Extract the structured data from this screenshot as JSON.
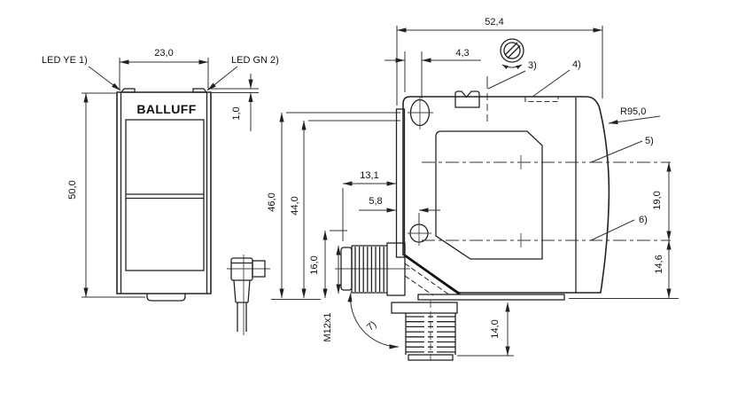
{
  "front_view": {
    "logo": "BALLUFF",
    "labels": {
      "led_ye": "LED YE 1)",
      "led_gn": "LED GN 2)"
    },
    "dims": {
      "width": "23,0",
      "height": "50,0",
      "led_height": "1,0"
    }
  },
  "side_view": {
    "dims": {
      "overall_width": "52,4",
      "hole_offset": "4,3",
      "height_46": "46,0",
      "height_44": "44,0",
      "connector_offset": "13,1",
      "hole_face_offset": "5,8",
      "connector_height": "16,0",
      "thread": "M12x1",
      "connector_length": "14,0",
      "axis_spacing": "19,0",
      "axis_to_bottom": "14,6",
      "lens_radius": "R95,0"
    },
    "callouts": {
      "c3": "3)",
      "c4": "4)",
      "c5": "5)",
      "c6": "6)",
      "c7": "7)"
    }
  }
}
